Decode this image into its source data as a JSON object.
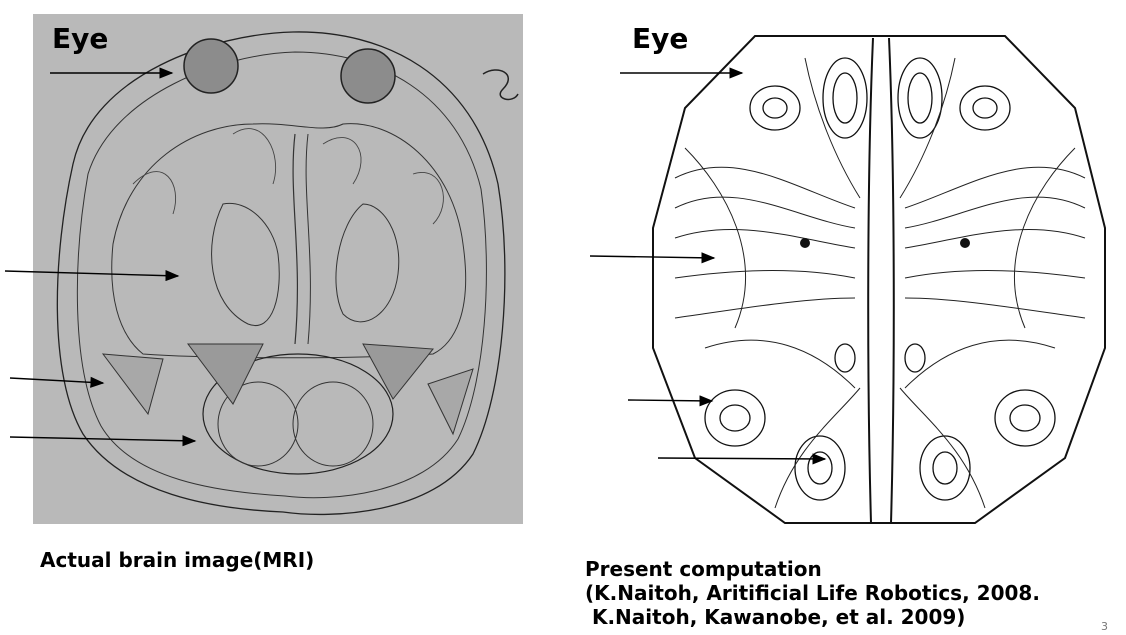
{
  "left": {
    "eye_label": "Eye",
    "caption": "Actual brain image(MRI)"
  },
  "right": {
    "eye_label": "Eye",
    "caption_lines": [
      "Present computation",
      "(K.Naitoh, Aritificial Life Robotics, 2008.",
      " K.Naitoh, Kawanobe, et al. 2009)"
    ]
  },
  "page_number": "3",
  "colors": {
    "mri_background": "#b9b9b9",
    "ink": "#000000"
  }
}
